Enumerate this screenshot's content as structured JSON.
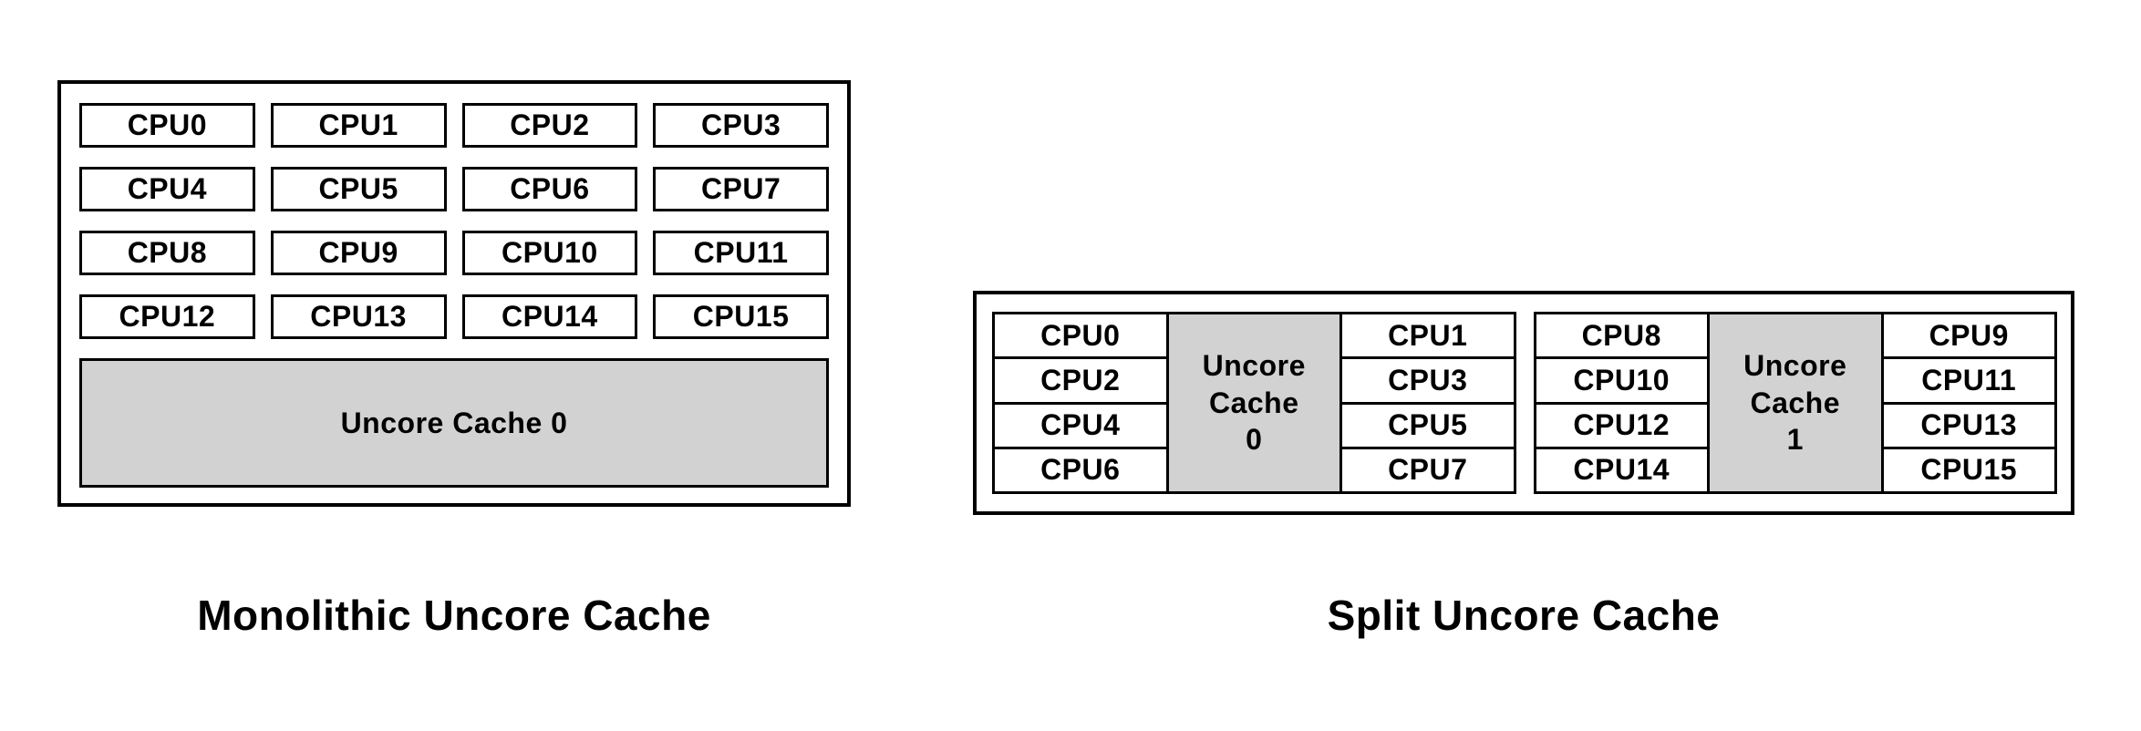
{
  "figure": {
    "background_color": "#ffffff",
    "border_color": "#000000",
    "uncore_fill_color": "#d2d2d2"
  },
  "monolithic": {
    "title": "Monolithic Uncore Cache",
    "cpus": [
      "CPU0",
      "CPU1",
      "CPU2",
      "CPU3",
      "CPU4",
      "CPU5",
      "CPU6",
      "CPU7",
      "CPU8",
      "CPU9",
      "CPU10",
      "CPU11",
      "CPU12",
      "CPU13",
      "CPU14",
      "CPU15"
    ],
    "uncore_label": "Uncore Cache 0"
  },
  "split": {
    "title": "Split Uncore Cache",
    "groups": [
      {
        "left_cpus": [
          "CPU0",
          "CPU2",
          "CPU4",
          "CPU6"
        ],
        "uncore_label": "Uncore\nCache\n0",
        "right_cpus": [
          "CPU1",
          "CPU3",
          "CPU5",
          "CPU7"
        ]
      },
      {
        "left_cpus": [
          "CPU8",
          "CPU10",
          "CPU12",
          "CPU14"
        ],
        "uncore_label": "Uncore\nCache\n1",
        "right_cpus": [
          "CPU9",
          "CPU11",
          "CPU13",
          "CPU15"
        ]
      }
    ]
  }
}
